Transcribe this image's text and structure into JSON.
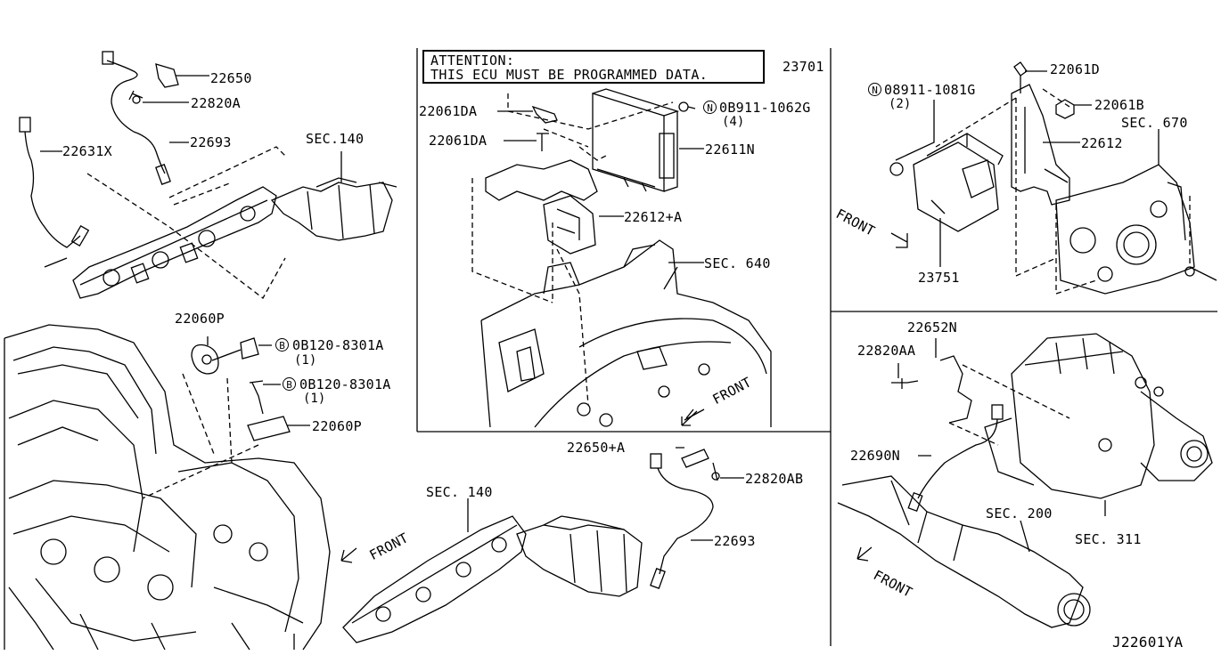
{
  "diagram_id": "J22601YA",
  "attention": {
    "line1": "ATTENTION:",
    "line2": "THIS ECU MUST BE PROGRAMMED DATA."
  },
  "callouts": {
    "p22650": "22650",
    "p22820A": "22820A",
    "p22631X": "22631X",
    "p22693_top": "22693",
    "sec140_top": "SEC.140",
    "p22060P_top": "22060P",
    "bolt1_part": "0B120-8301A",
    "bolt1_qty": "(1)",
    "bolt2_part": "0B120-8301A",
    "bolt2_qty": "(1)",
    "p22060P_bottom": "22060P",
    "p23701": "23701",
    "p22061DA_1": "22061DA",
    "p22061DA_2": "22061DA",
    "nut_part": "0B911-1062G",
    "nut_qty": "(4)",
    "p22611N": "22611N",
    "p22612A": "22612+A",
    "sec640": "SEC. 640",
    "front_center": "FRONT",
    "p22061D": "22061D",
    "nut2_part": "08911-1081G",
    "nut2_qty": "(2)",
    "p22061B": "22061B",
    "sec670": "SEC. 670",
    "p22612": "22612",
    "front_right": "FRONT",
    "p23751": "23751",
    "p22650A": "22650+A",
    "p22820AB": "22820AB",
    "sec140_bottom": "SEC. 140",
    "front_bottom": "FRONT",
    "p22693_bottom": "22693",
    "p22652N": "22652N",
    "p22820AA": "22820AA",
    "p22690N": "22690N",
    "sec200": "SEC. 200",
    "sec311": "SEC. 311",
    "front_lower_right": "FRONT"
  },
  "marks": {
    "b": "B",
    "n": "N"
  }
}
